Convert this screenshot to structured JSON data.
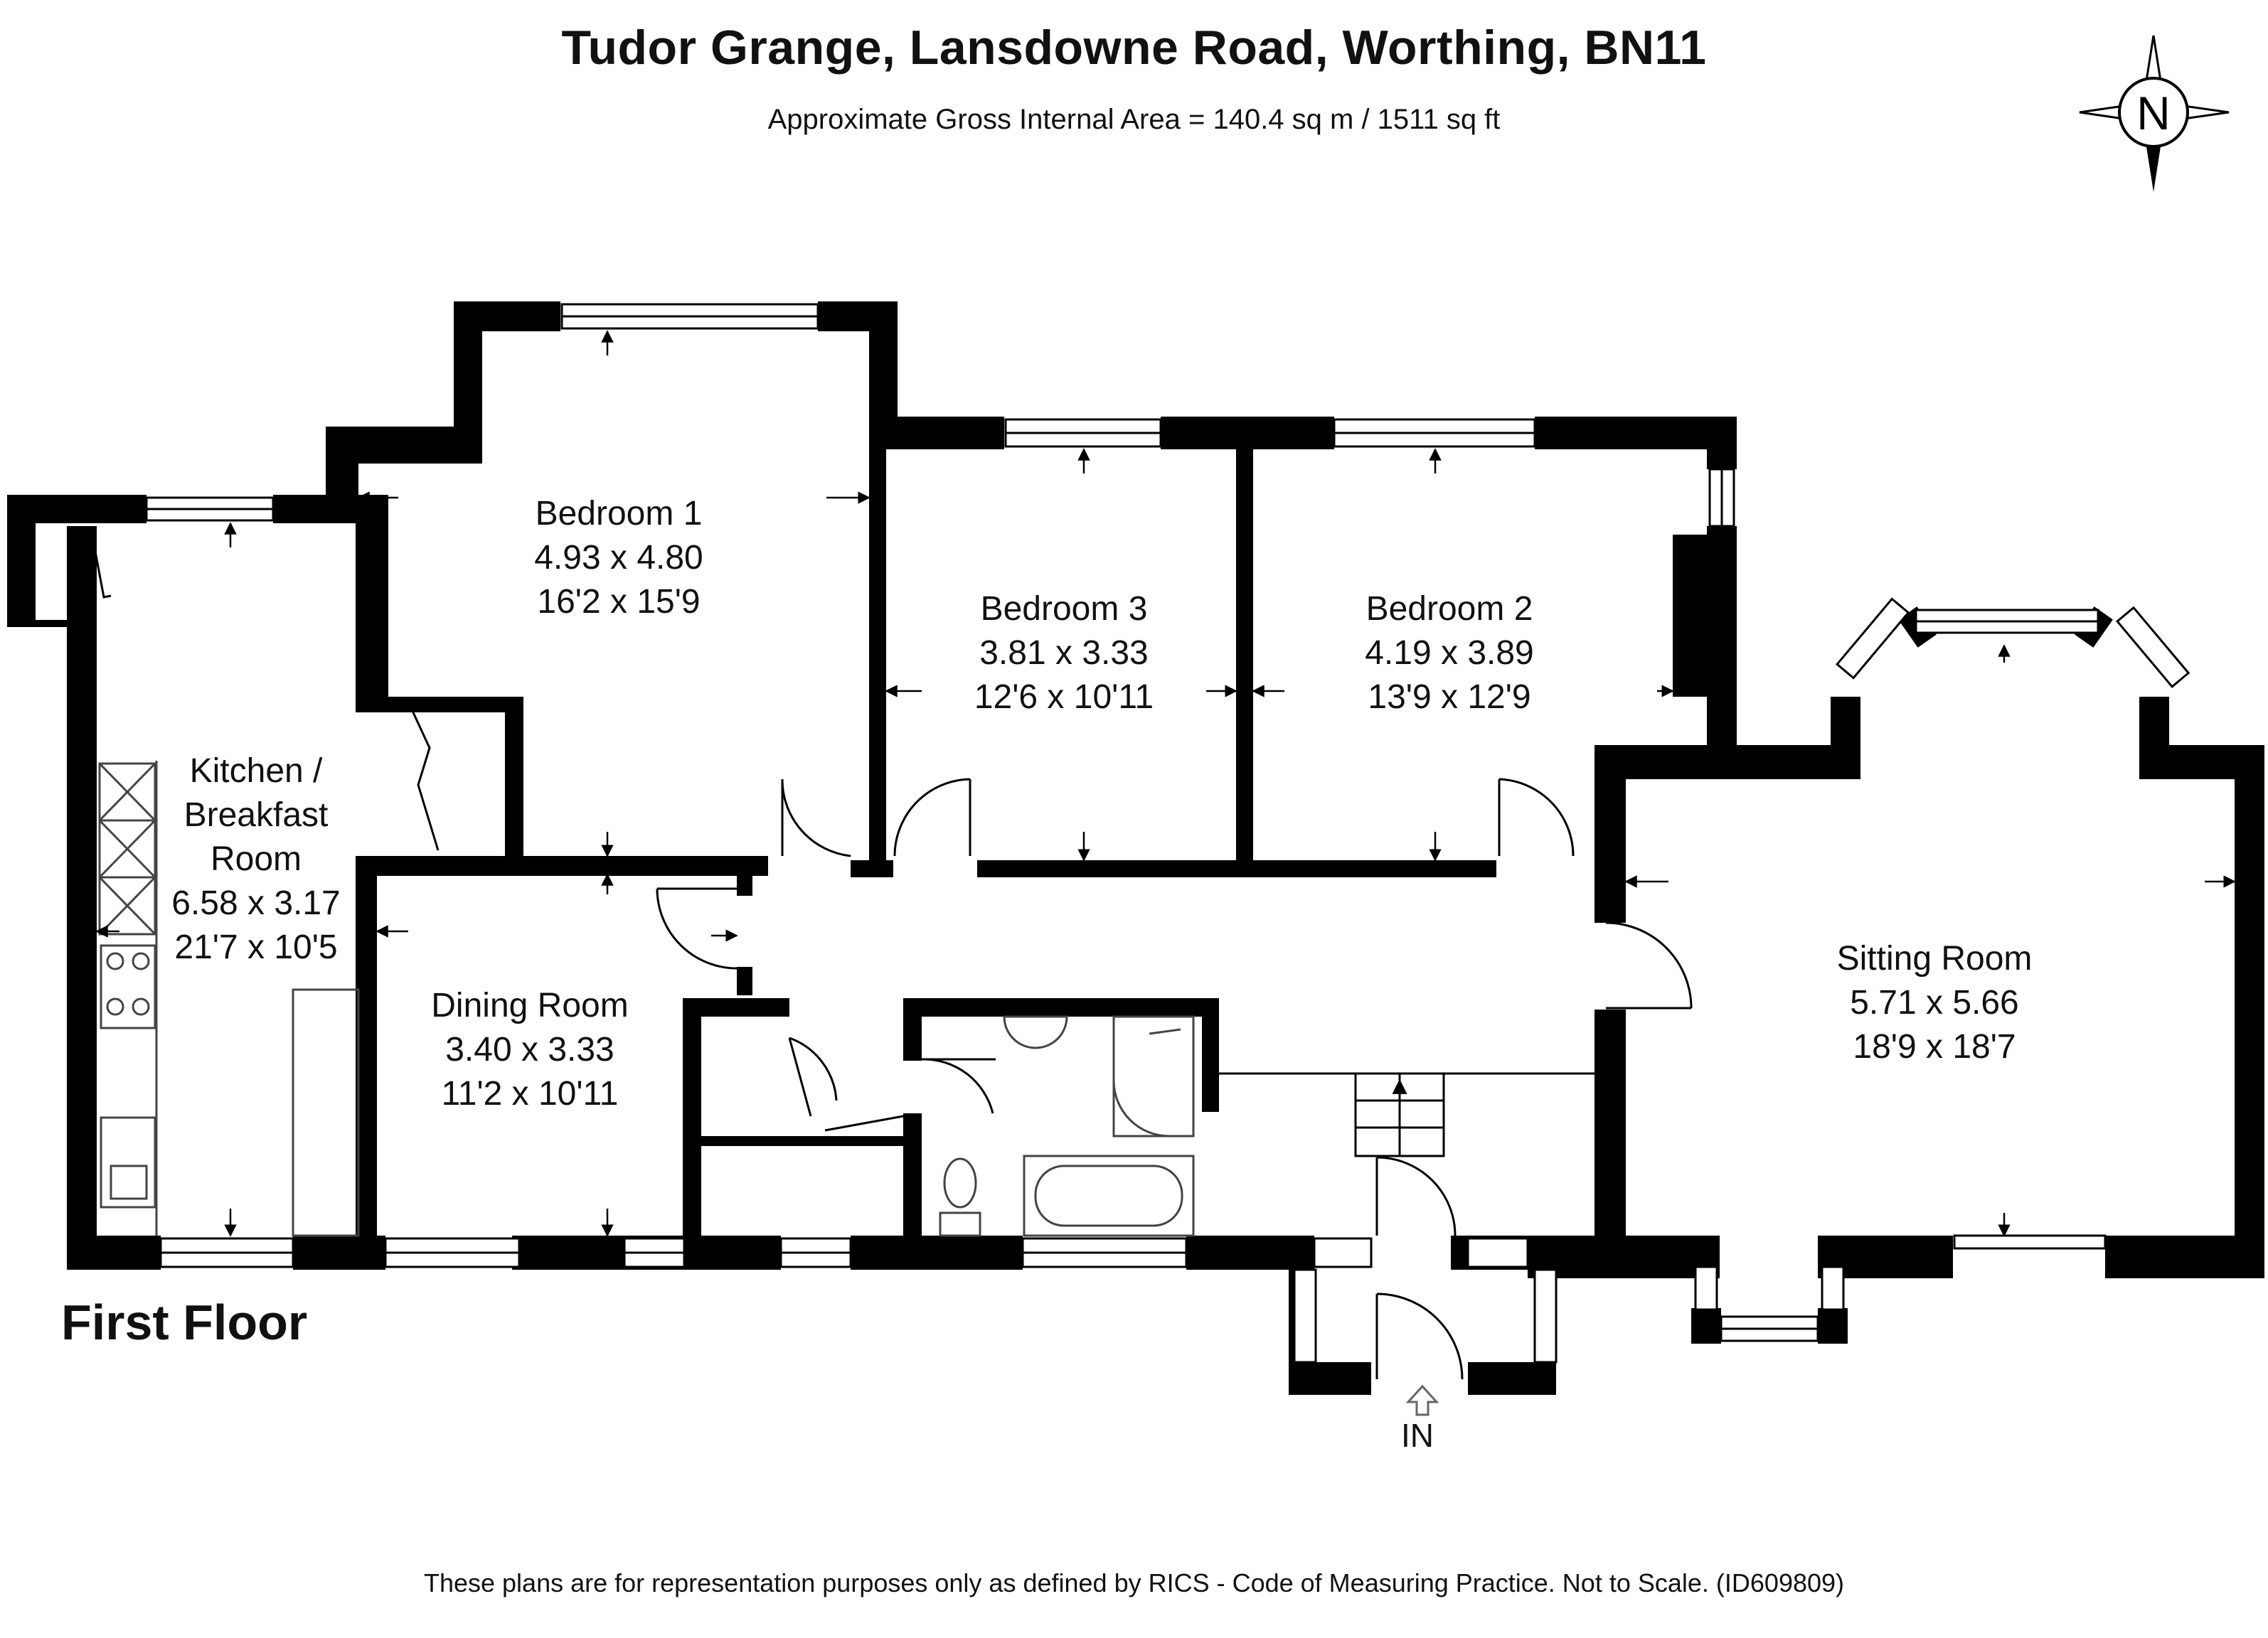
{
  "header": {
    "title": "Tudor Grange, Lansdowne Road, Worthing, BN11",
    "subtitle": "Approximate Gross Internal Area = 140.4 sq m / 1511 sq ft"
  },
  "compass": {
    "letter": "N"
  },
  "floor": {
    "label": "First Floor"
  },
  "rooms": {
    "bedroom1": {
      "name": "Bedroom 1",
      "metric": "4.93 x 4.80",
      "imperial": "16'2 x 15'9"
    },
    "bedroom3": {
      "name": "Bedroom 3",
      "metric": "3.81 x 3.33",
      "imperial": "12'6 x 10'11"
    },
    "bedroom2": {
      "name": "Bedroom 2",
      "metric": "4.19 x 3.89",
      "imperial": "13'9 x 12'9"
    },
    "kitchen": {
      "name_line1": "Kitchen /",
      "name_line2": "Breakfast",
      "name_line3": "Room",
      "metric": "6.58 x 3.17",
      "imperial": "21'7 x 10'5"
    },
    "dining": {
      "name": "Dining Room",
      "metric": "3.40 x 3.33",
      "imperial": "11'2 x 10'11"
    },
    "sitting": {
      "name": "Sitting Room",
      "metric": "5.71 x 5.66",
      "imperial": "18'9 x 18'7"
    }
  },
  "entrance": {
    "label": "IN"
  },
  "footer": {
    "disclaimer": "These plans are for representation purposes only as defined by RICS - Code of Measuring Practice. Not to Scale. (ID609809)"
  },
  "colors": {
    "wall": "#000000",
    "background": "#ffffff",
    "fixture_line": "#555555"
  }
}
